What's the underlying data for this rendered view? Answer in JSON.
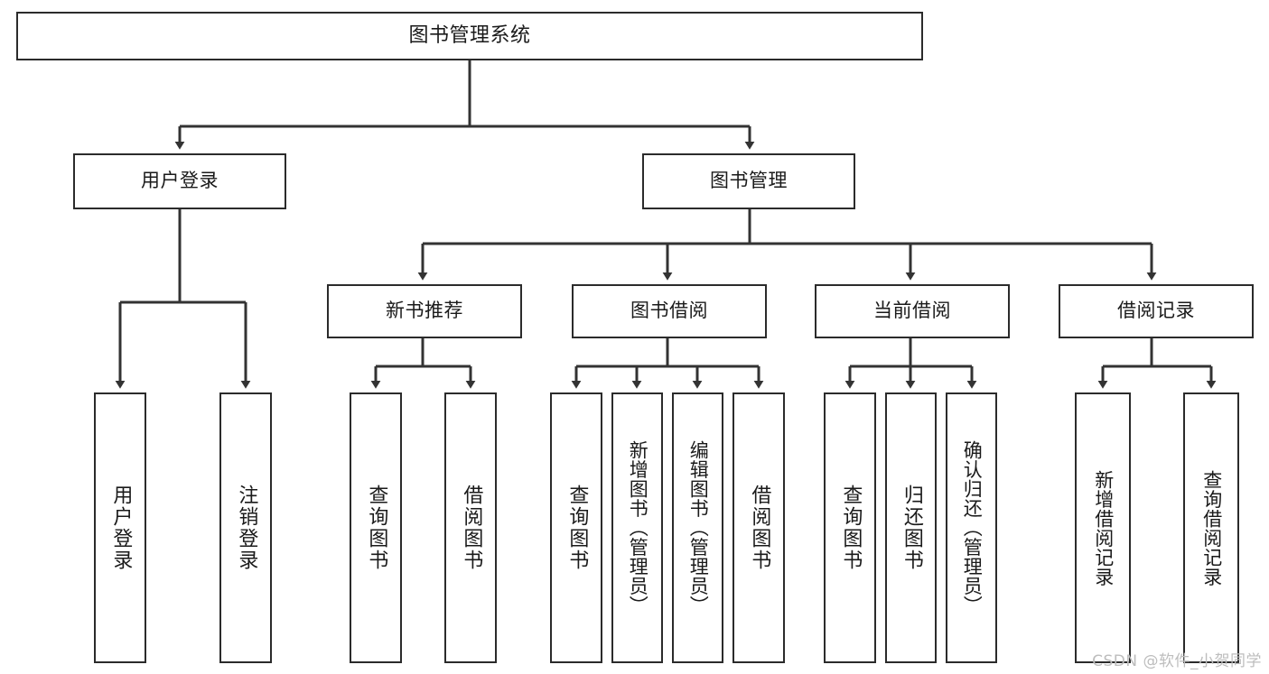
{
  "diagram": {
    "type": "tree-hierarchy",
    "title": "图书管理系统",
    "watermark": "CSDN @软件_小贺同学",
    "colors": {
      "box_border": "#2b2b2b",
      "box_fill": "#ffffff",
      "connector": "#333333",
      "text": "#1a1a1a",
      "watermark": "#bdbdbd",
      "background": "#ffffff"
    },
    "nodes": {
      "root": {
        "label": "图书管理系统",
        "level": 1,
        "orientation": "horizontal"
      },
      "l2": [
        {
          "id": "user-login",
          "label": "用户登录",
          "level": 2,
          "orientation": "horizontal"
        },
        {
          "id": "book-manage",
          "label": "图书管理",
          "level": 2,
          "orientation": "horizontal"
        }
      ],
      "l3": [
        {
          "id": "new-book-recommend",
          "label": "新书推荐",
          "level": 3,
          "orientation": "horizontal"
        },
        {
          "id": "book-borrow",
          "label": "图书借阅",
          "level": 3,
          "orientation": "horizontal"
        },
        {
          "id": "current-borrow",
          "label": "当前借阅",
          "level": 3,
          "orientation": "horizontal"
        },
        {
          "id": "borrow-record",
          "label": "借阅记录",
          "level": 3,
          "orientation": "horizontal"
        }
      ],
      "leaves": [
        {
          "id": "leaf-user-login",
          "label": "用户登录",
          "parent": "user-login",
          "orientation": "vertical"
        },
        {
          "id": "leaf-user-logout",
          "label": "注销登录",
          "parent": "user-login",
          "orientation": "vertical"
        },
        {
          "id": "leaf-query-book-1",
          "label": "查询图书",
          "parent": "new-book-recommend",
          "orientation": "vertical"
        },
        {
          "id": "leaf-borrow-book-1",
          "label": "借阅图书",
          "parent": "new-book-recommend",
          "orientation": "vertical"
        },
        {
          "id": "leaf-query-book-2",
          "label": "查询图书",
          "parent": "book-borrow",
          "orientation": "vertical"
        },
        {
          "id": "leaf-add-book",
          "label": "新增图书（管理员）",
          "parent": "book-borrow",
          "orientation": "vertical"
        },
        {
          "id": "leaf-edit-book",
          "label": "编辑图书（管理员）",
          "parent": "book-borrow",
          "orientation": "vertical"
        },
        {
          "id": "leaf-borrow-book-2",
          "label": "借阅图书",
          "parent": "book-borrow",
          "orientation": "vertical"
        },
        {
          "id": "leaf-query-book-3",
          "label": "查询图书",
          "parent": "current-borrow",
          "orientation": "vertical"
        },
        {
          "id": "leaf-return-book",
          "label": "归还图书",
          "parent": "current-borrow",
          "orientation": "vertical"
        },
        {
          "id": "leaf-confirm-return",
          "label": "确认归还（管理员）",
          "parent": "current-borrow",
          "orientation": "vertical"
        },
        {
          "id": "leaf-add-record",
          "label": "新增借阅记录",
          "parent": "borrow-record",
          "orientation": "vertical"
        },
        {
          "id": "leaf-query-record",
          "label": "查询借阅记录",
          "parent": "borrow-record",
          "orientation": "vertical"
        }
      ]
    }
  }
}
